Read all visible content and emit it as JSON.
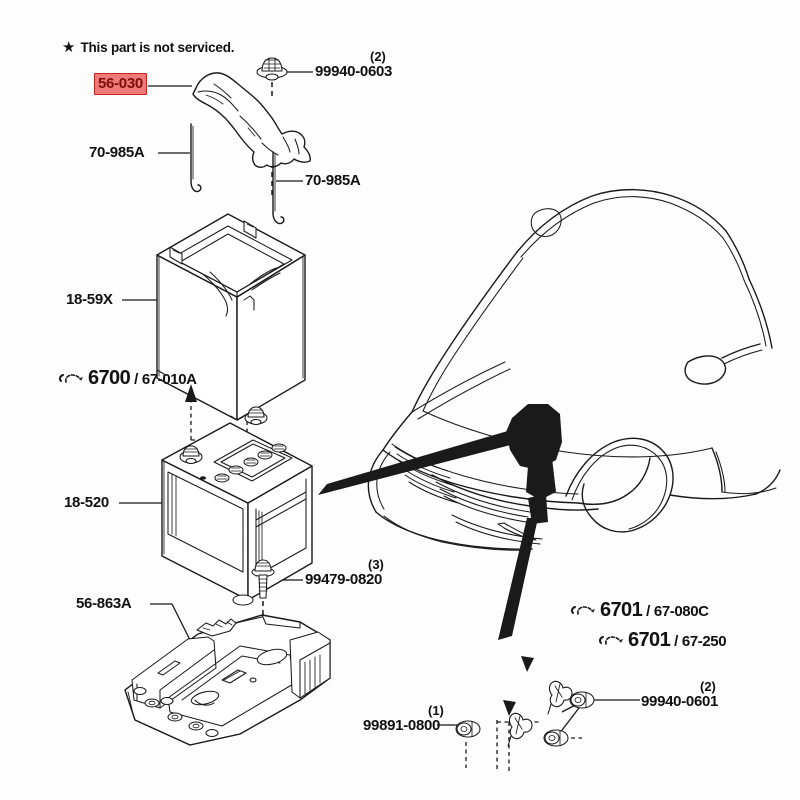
{
  "diagram": {
    "title": "Battery and Battery Tray Mounting Parts Diagram",
    "background_color": "#fdfdfd",
    "line_color": "#1a1a1a",
    "highlight": {
      "fill": "#f07a78",
      "text": "#7e0d0d",
      "border": "#c62222"
    }
  },
  "note": {
    "star_glyph": "★",
    "text": "This part is not serviced."
  },
  "callouts": {
    "hold_down_clamp": {
      "part_number": "56-030",
      "highlighted": true
    },
    "nut_top": {
      "part_number": "99940-0603",
      "qty": "(2)"
    },
    "hook_rod_left": {
      "part_number": "70-985A"
    },
    "hook_rod_right": {
      "part_number": "70-985A"
    },
    "battery_cover": {
      "part_number": "18-59X"
    },
    "battery_group": {
      "icon": "clamp-oval-icon",
      "code": "6700",
      "separator": "/",
      "sub_code": "67-010A"
    },
    "battery": {
      "part_number": "18-520"
    },
    "tray": {
      "part_number": "56-863A"
    },
    "tray_bolt": {
      "part_number": "99479-0820",
      "qty": "(3)"
    },
    "nut_small": {
      "part_number": "99891-0800",
      "qty": "(1)"
    },
    "harness_080c": {
      "icon": "clamp-oval-icon",
      "code": "6701",
      "separator": "/",
      "sub_code": "67-080C"
    },
    "harness_250": {
      "icon": "clamp-oval-icon",
      "code": "6701",
      "separator": "/",
      "sub_code": "67-250"
    },
    "nut_bottom": {
      "part_number": "99940-0601",
      "qty": "(2)"
    }
  },
  "vehicle": {
    "name": "sedan-front-three-quarter-view",
    "highlight_region": "battery-location-engine-bay"
  }
}
